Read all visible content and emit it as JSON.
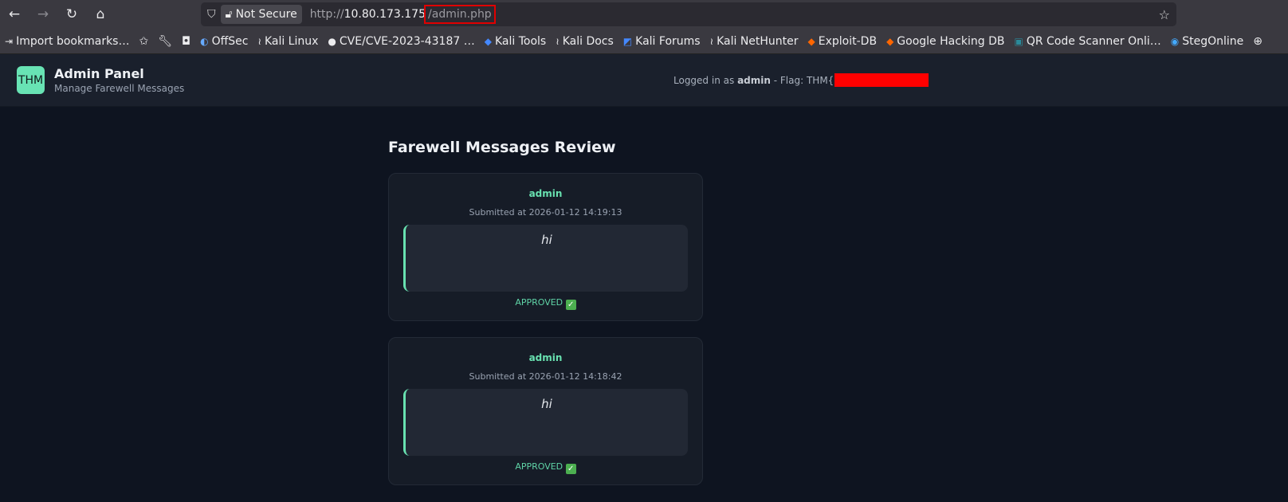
{
  "browser": {
    "security_label": "Not Secure",
    "url_prefix": "http://",
    "url_host": "10.80.173.175",
    "url_sep": "/",
    "url_path": "admin.php",
    "bookmarks": [
      "Import bookmarks…",
      "OffSec",
      "Kali Linux",
      "CVE/CVE-2023-43187 …",
      "Kali Tools",
      "Kali Docs",
      "Kali Forums",
      "Kali NetHunter",
      "Exploit-DB",
      "Google Hacking DB",
      "QR Code Scanner Onli…",
      "StegOnline"
    ]
  },
  "header": {
    "logo": "THM",
    "title": "Admin Panel",
    "subtitle": "Manage Farewell Messages",
    "login_prefix": "Logged in as",
    "user": "admin",
    "flag_label": "- Flag: THM{"
  },
  "main": {
    "title": "Farewell Messages Review",
    "messages": [
      {
        "user": "admin",
        "submitted": "Submitted at 2026-01-12 14:19:13",
        "text": "hi",
        "status": "APPROVED"
      },
      {
        "user": "admin",
        "submitted": "Submitted at 2026-01-12 14:18:42",
        "text": "hi",
        "status": "APPROVED"
      }
    ]
  },
  "colors": {
    "accent": "#68e1b0",
    "redaction": "#ff0000"
  }
}
